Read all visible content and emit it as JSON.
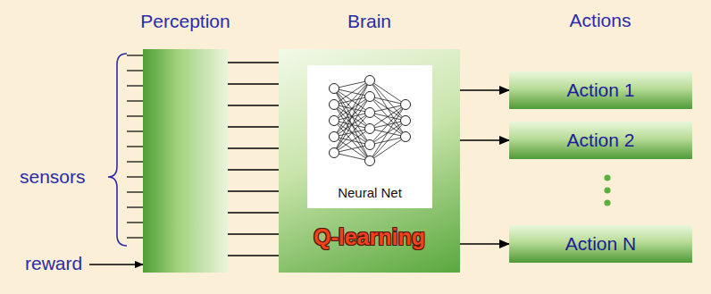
{
  "diagram": {
    "nodes": [
      {
        "text": [
          "Perception"
        ]
      },
      {
        "text": [
          "Brain",
          "Q-learning"
        ]
      },
      {
        "text": [
          "Neural Net"
        ],
        "in": 1
      },
      {
        "text": [
          "Action 1"
        ]
      },
      {
        "text": [
          "Action 2"
        ]
      },
      {
        "text": [
          "Action N"
        ]
      }
    ],
    "edges": [
      {
        "from": 0,
        "to": 1,
        "arrow": "none"
      },
      {
        "from": 0,
        "to": 1,
        "arrow": "none"
      },
      {
        "from": 0,
        "to": 1,
        "arrow": "none"
      },
      {
        "from": 0,
        "to": 1,
        "arrow": "none"
      },
      {
        "from": 0,
        "to": 1,
        "arrow": "none"
      },
      {
        "from": 0,
        "to": 1,
        "arrow": "none"
      },
      {
        "from": 0,
        "to": 1,
        "arrow": "none"
      },
      {
        "from": 0,
        "to": 1,
        "arrow": "none"
      },
      {
        "from": 0,
        "to": 1,
        "arrow": "none"
      },
      {
        "from": 0,
        "to": 1,
        "arrow": "none"
      },
      {
        "from": 1,
        "to": 3,
        "arrow": "to"
      },
      {
        "from": 1,
        "to": 4,
        "arrow": "to"
      },
      {
        "from": 1,
        "to": 5,
        "arrow": "to"
      }
    ],
    "labels": [
      "Actions",
      "sensors",
      "reward"
    ]
  }
}
